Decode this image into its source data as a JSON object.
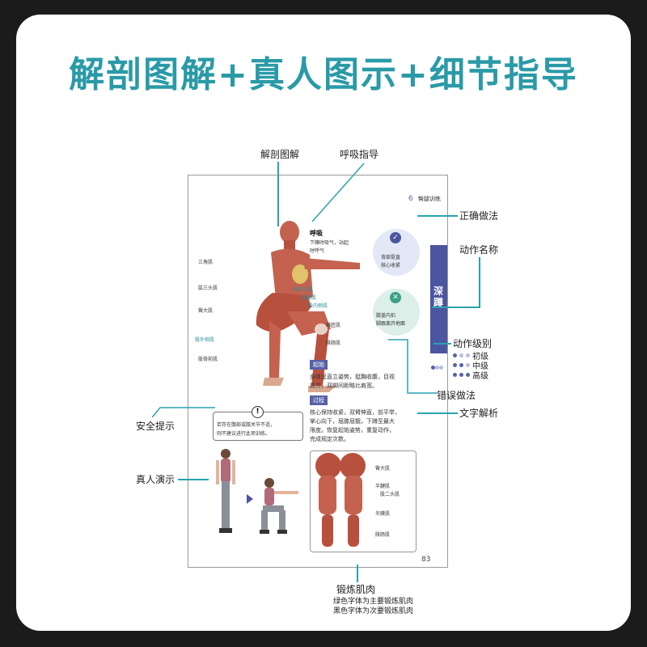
{
  "headline": "解剖图解+真人图示+细节指导",
  "callouts": {
    "anatomy": "解剖图解",
    "breathing": "呼吸指导",
    "correct": "正确做法",
    "action_name": "动作名称",
    "level": "动作级别",
    "wrong": "错误做法",
    "text_analysis": "文字解析",
    "safety": "安全提示",
    "real_demo": "真人演示",
    "muscles": "锻炼肌肉",
    "muscles_note_1": "绿色字体为主要锻炼肌肉",
    "muscles_note_2": "黑色字体为次要锻炼肌肉"
  },
  "levels": [
    "初级",
    "中级",
    "高级"
  ],
  "page": {
    "chapter_num": "6",
    "chapter_title": "臀腿训练",
    "breath_title": "呼吸",
    "breath_text_1": "下蹲时吸气，站起",
    "breath_text_2": "时呼气",
    "correct_items": [
      "背部挺直",
      "核心收紧"
    ],
    "wrong_items": [
      "膝盖内扣",
      "脚跟离开地面"
    ],
    "action_name": "深蹲",
    "start_tag": "起始",
    "start_text_1": "身体呈直立姿势，挺胸收腹，目视",
    "start_text_2": "前方，双脚间距略比肩宽。",
    "process_tag": "过程",
    "process_text": [
      "核心保持收紧，双臂伸直，前平举，",
      "掌心向下，屈膝屈髋，下蹲至最大",
      "限度。恢复起始姿势，重复动作，",
      "完成规定次数。"
    ],
    "safety_text_1": "若存在髋部或膝关节不适，",
    "safety_text_2": "则不建议进行此项训练。",
    "page_number": "83",
    "muscles_front": [
      "三角肌",
      "肱三头肌",
      "臀大肌",
      "股外侧肌",
      "股骨前肌"
    ],
    "muscles_front_green": [
      "股中间肌",
      "股直肌",
      "股内侧肌"
    ],
    "muscles_front_right": [
      "缝匠肌",
      "腓肠肌"
    ],
    "muscles_back": [
      "臀大肌",
      "半腱肌",
      "股二头肌",
      "半膜肌",
      "腓肠肌"
    ]
  },
  "colors": {
    "teal": "#2a9aa7",
    "navy": "#4a56a0",
    "skin": "#c4624f"
  }
}
